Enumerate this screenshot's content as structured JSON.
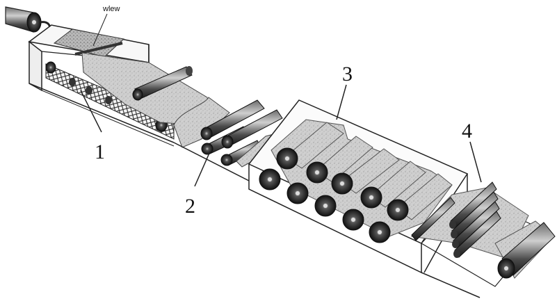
{
  "labels": {
    "input": "wlew",
    "section_1": "1",
    "section_2": "2",
    "section_3": "3",
    "section_4": "4"
  },
  "colors": {
    "paper": "#c9c9c9",
    "roller_dark": "#2b2b2b",
    "roller_light": "#9a9a9a",
    "frame": "#222222",
    "outline": "#333333"
  }
}
